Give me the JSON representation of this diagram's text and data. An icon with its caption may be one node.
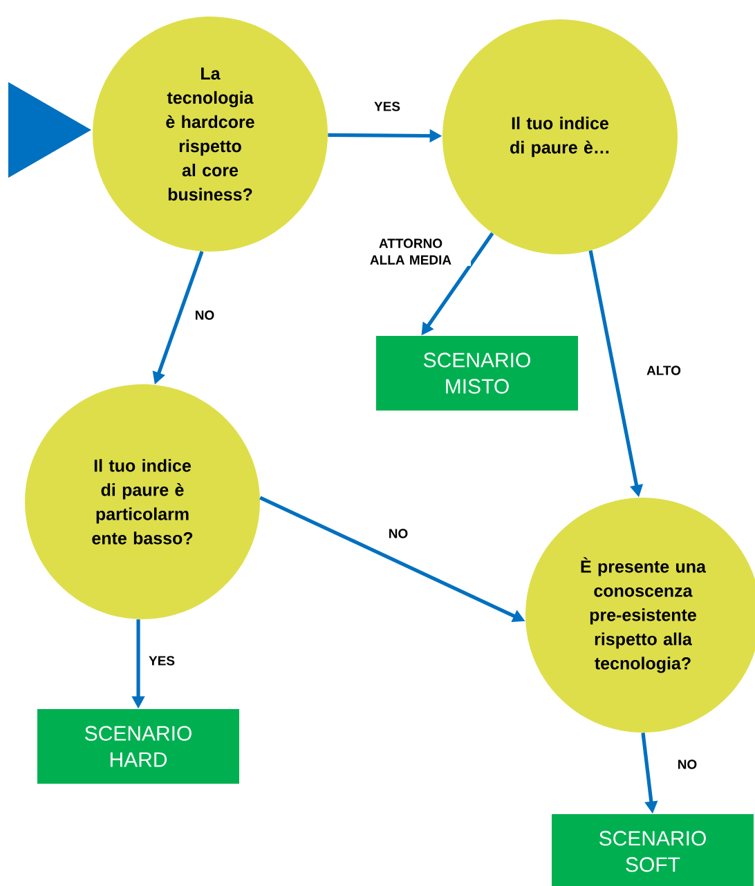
{
  "diagram": {
    "nodes": [
      {
        "text": [],
        "shape": "triangle"
      },
      {
        "text": [
          "La tecnologia è hardcore rispetto al core business?"
        ]
      },
      {
        "text": [
          "Il tuo indice di paure è…"
        ]
      },
      {
        "text": [
          "SCENARIO MISTO"
        ]
      },
      {
        "text": [
          "Il tuo indice di paure è particolarm ente basso?"
        ]
      },
      {
        "text": [
          "È presente una conoscenza pre-esistente rispetto alla tecnologia?"
        ]
      },
      {
        "text": [
          "SCENARIO HARD"
        ]
      },
      {
        "text": [
          "SCENARIO SOFT"
        ]
      }
    ],
    "edges": [
      {
        "from": 1,
        "to": 2,
        "arrow": "to",
        "label": "YES"
      },
      {
        "from": 2,
        "to": 5,
        "arrow": "to",
        "label": "ALTO"
      },
      {
        "from": 1,
        "to": 4,
        "arrow": "to",
        "label": "NO"
      },
      {
        "from": 2,
        "to": 3,
        "arrow": "to",
        "label": "ATTORNO ALLA MEDIA"
      },
      {
        "from": 4,
        "to": 5,
        "arrow": "to",
        "label": "NO"
      },
      {
        "from": 4,
        "to": 6,
        "arrow": "to",
        "label": "YES"
      },
      {
        "from": 5,
        "to": 7,
        "arrow": "to",
        "label": "NO"
      }
    ]
  }
}
